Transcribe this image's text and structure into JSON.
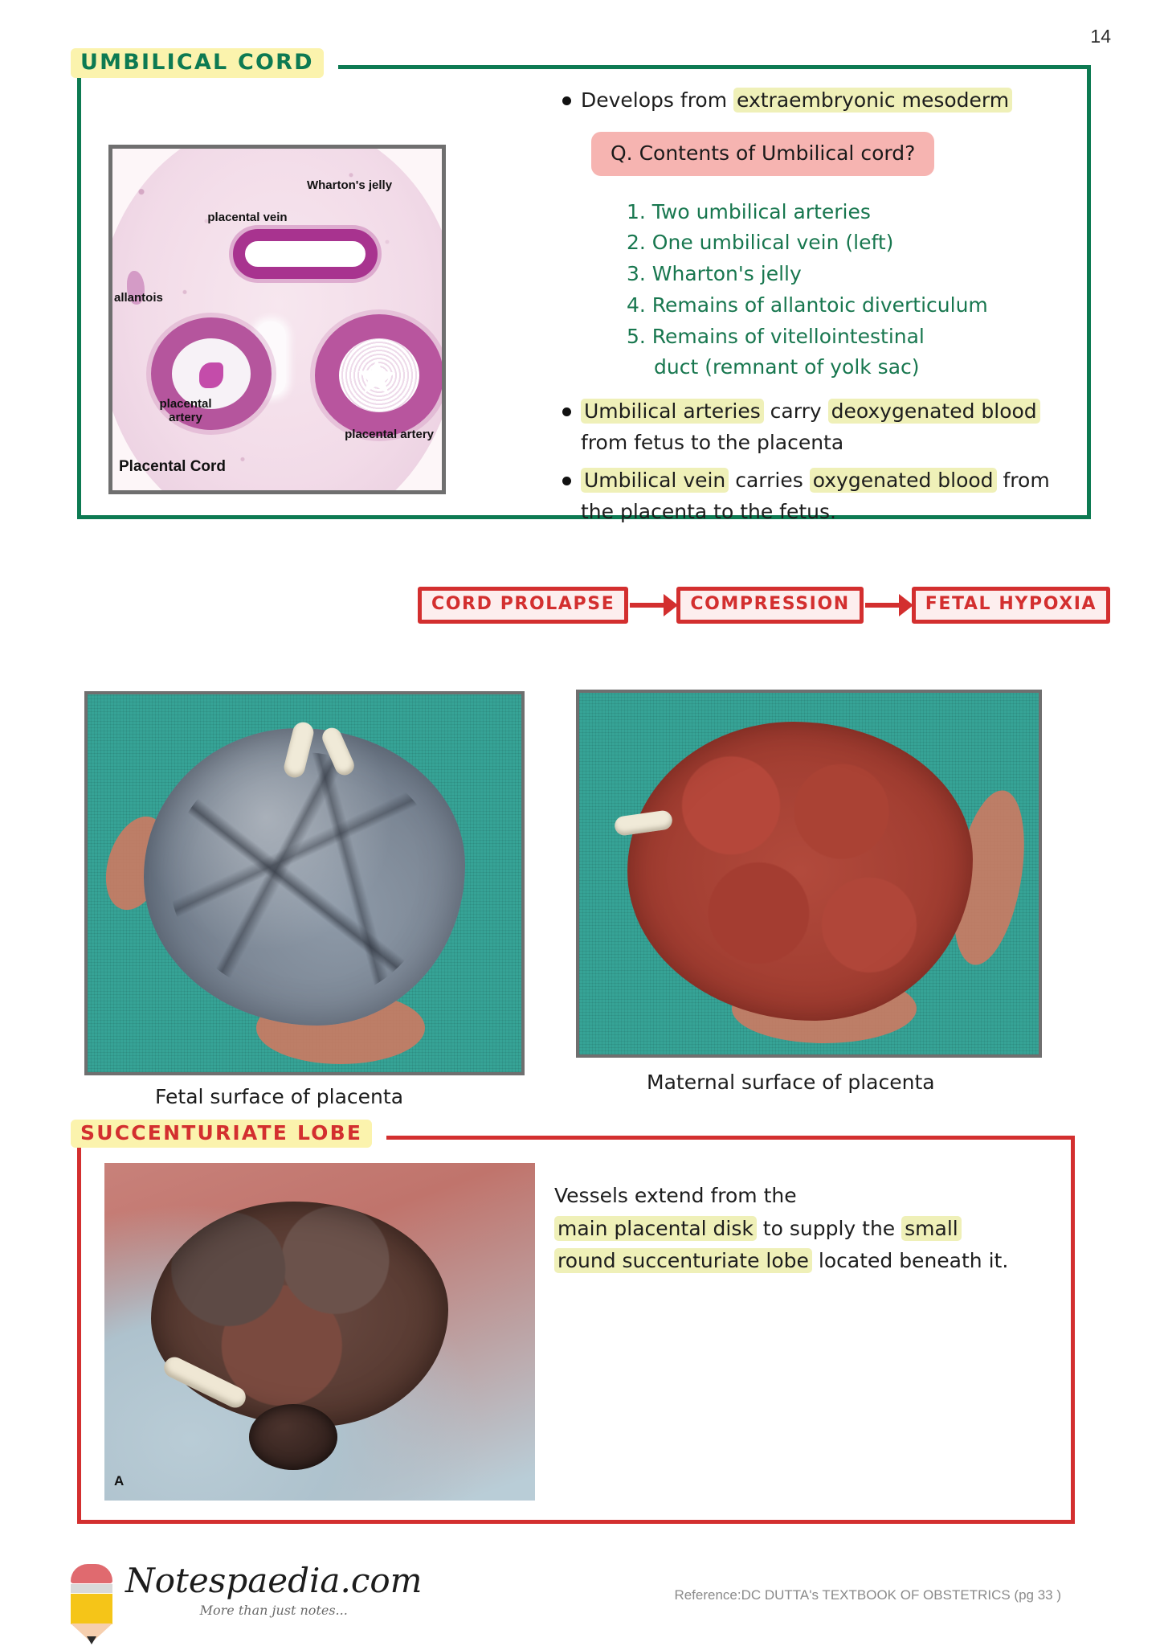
{
  "page": {
    "number": "14"
  },
  "cord_section": {
    "title": "UMBILICAL CORD",
    "figure": {
      "labels": {
        "whartons_jelly": "Wharton's jelly",
        "placental_vein": "placental vein",
        "allantois": "allantois",
        "placental_artery_left": "placental artery",
        "placental_artery_right": "placental artery",
        "caption": "Placental Cord"
      }
    },
    "bullets": {
      "develops_prefix": "Develops from ",
      "develops_highlight": "extraembryonic mesoderm",
      "arteries_highlight_1": "Umbilical arteries",
      "arteries_mid": " carry ",
      "arteries_highlight_2": "deoxygenated blood",
      "arteries_line2": "from fetus to the placenta",
      "vein_highlight_1": "Umbilical vein",
      "vein_mid": " carries ",
      "vein_highlight_2": "oxygenated blood",
      "vein_tail": " from",
      "vein_line2": "the placenta to the fetus."
    },
    "question": "Q. Contents of Umbilical cord?",
    "contents": [
      "1. Two umbilical arteries",
      "2. One umbilical vein (left)",
      "3. Wharton's jelly",
      "4. Remains of allantoic diverticulum",
      "5. Remains of vitellointestinal"
    ],
    "contents_continuation": "duct (remnant of yolk sac)",
    "flowchart": {
      "steps": [
        "CORD PROLAPSE",
        "COMPRESSION",
        "FETAL HYPOXIA"
      ]
    }
  },
  "placenta_photos": {
    "fetal_caption": "Fetal surface of placenta",
    "maternal_caption": "Maternal surface of placenta"
  },
  "succenturiate_section": {
    "title": "SUCCENTURIATE LOBE",
    "photo_mark": "A",
    "text": {
      "line1": "Vessels extend from the",
      "line2_highlight": "main placental disk",
      "line2_mid": " to supply the ",
      "line2_highlight2": "small",
      "line3_highlight": "round succenturiate lobe",
      "line3_tail": " located beneath it."
    }
  },
  "footer": {
    "brand": "Notespaedia.com",
    "tagline": "More than just notes...",
    "reference": "Reference:DC DUTTA's TEXTBOOK OF OBSTETRICS (pg 33 )"
  },
  "colors": {
    "green": "#0d7a52",
    "red": "#d32f2f",
    "highlight_yellow": "#eff0b8",
    "title_yellow": "#fbf3ad",
    "pink_box": "#f6b4b1",
    "teal_cloth": "#36a396"
  }
}
